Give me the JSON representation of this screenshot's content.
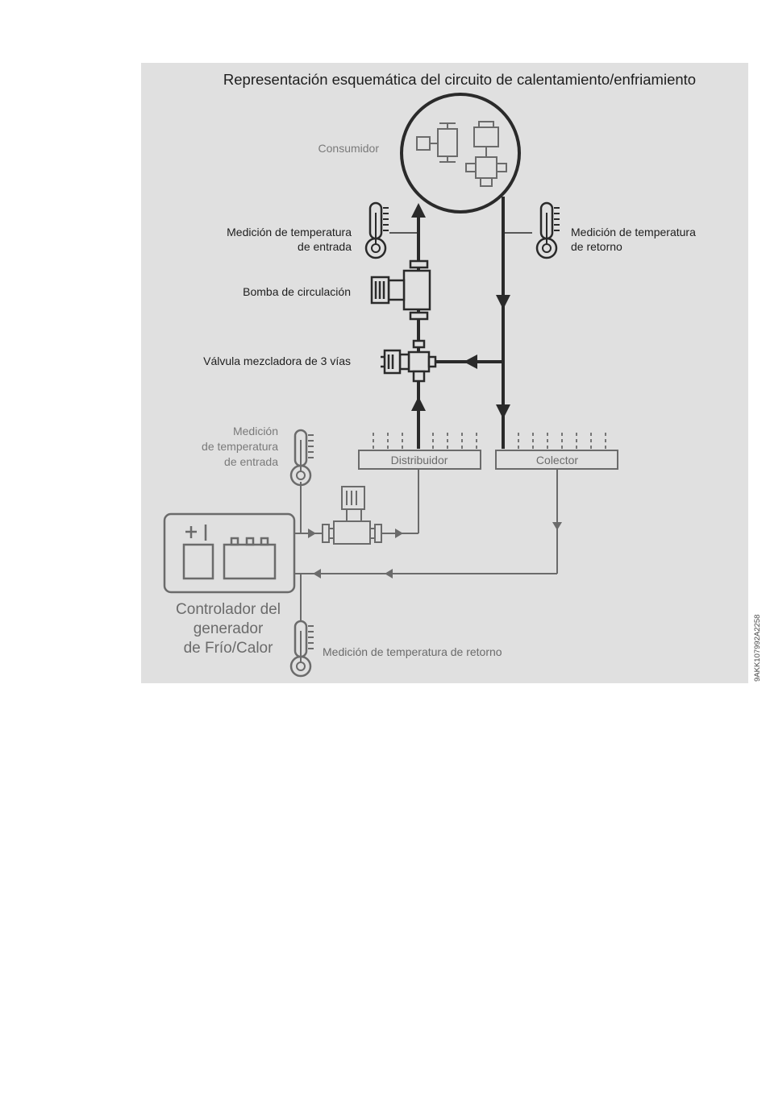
{
  "diagram": {
    "title": "Representación esquemática del circuito de calentamiento/enfriamiento",
    "consumer_label": "Consumidor",
    "supply_temp_label_line1": "Medición de temperatura",
    "supply_temp_label_line2": "de entrada",
    "return_temp_label_line1": "Medición de temperatura",
    "return_temp_label_line2": "de retorno",
    "pump_label": "Bomba de circulación",
    "valve_label": "Válvula mezcladora de 3 vías",
    "gen_supply_label_line1": "Medición",
    "gen_supply_label_line2": "de temperatura",
    "gen_supply_label_line3": "de entrada",
    "distributor_label": "Distribuidor",
    "collector_label": "Colector",
    "controller_label_line1": "Controlador del",
    "controller_label_line2": "generador",
    "controller_label_line3": "de Frío/Calor",
    "gen_return_label": "Medición de temperatura de retorno",
    "side_code": "9AKK107992A2258"
  },
  "colors": {
    "panel": "#e0e0e0",
    "dark": "#2a2a2a",
    "mid": "#6b6b6b",
    "label_gray": "#7a7a7a"
  }
}
